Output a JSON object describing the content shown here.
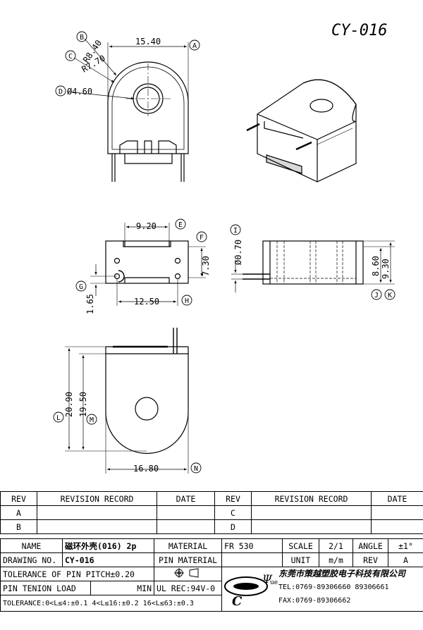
{
  "title": "CY-016",
  "dims": {
    "top_width": "15.40",
    "r1": "R8.40",
    "r2": "R7.70",
    "hole": "Ø4.60",
    "w920": "9.20",
    "w1250": "12.50",
    "h730": "7.30",
    "h165": "1.65",
    "pin": "Ø0.70",
    "h860": "8.60",
    "h930": "9.30",
    "h2090": "20.90",
    "h1950": "19.50",
    "w1680": "16.80"
  },
  "callouts": [
    "A",
    "B",
    "C",
    "D",
    "E",
    "F",
    "G",
    "H",
    "I",
    "J",
    "K",
    "L",
    "M",
    "N"
  ],
  "revision": {
    "headers": [
      "REV",
      "REVISION RECORD",
      "DATE",
      "REV",
      "REVISION RECORD",
      "DATE"
    ],
    "rows": [
      [
        "A",
        "",
        "",
        "C",
        "",
        ""
      ],
      [
        "B",
        "",
        "",
        "D",
        "",
        ""
      ]
    ]
  },
  "title_block": {
    "name_label": "NAME",
    "name_value": "磁环外壳(016) 2p",
    "material_label": "MATERIAL",
    "material_value": "FR 530",
    "scale_label": "SCALE",
    "scale_value": "2/1",
    "angle_label": "ANGLE",
    "angle_value": "±1°",
    "drawing_no_label": "DRAWING NO.",
    "drawing_no_value": "CY-016",
    "pin_material_label": "PIN MATERIAL",
    "unit_label": "UNIT",
    "unit_value": "m/m",
    "rev_label": "REV",
    "rev_value": "A",
    "tolerance_pitch": "TOLERANCE OF PIN PITCH±0.20",
    "pin_tenion": "PIN TENION LOAD",
    "min": "MIN",
    "ul": "UL REC:94V-0",
    "tolerance_line": "TOLERANCE:0<L≤4:±0.1   4<L≤16:±0.2   16<L≤63:±0.3",
    "company": "东莞市策越塑胶电子科技有限公司",
    "tel": "TEL:0769-89306660 89306661",
    "fax": "FAX:0769-89306662",
    "logo_text": "ue"
  }
}
